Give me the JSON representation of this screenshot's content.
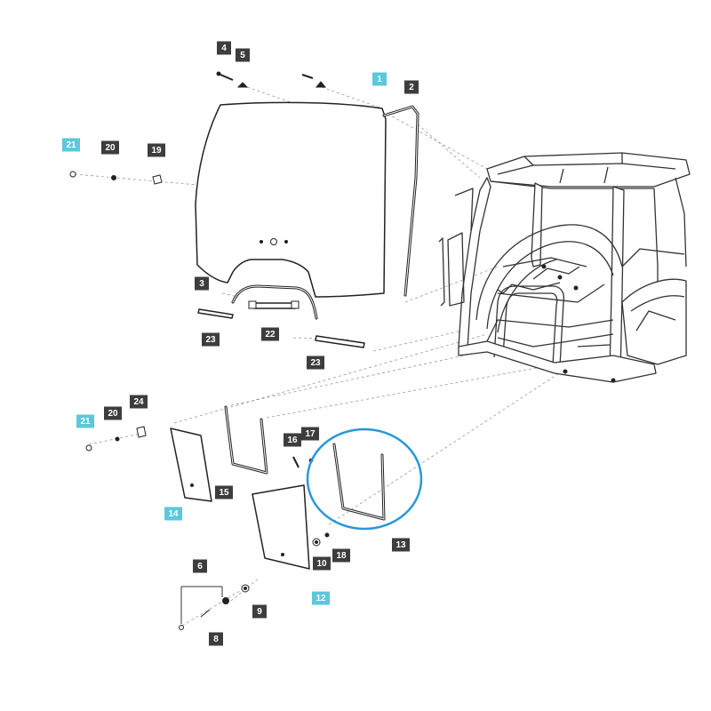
{
  "colors": {
    "label_dark": "#3d3d3d",
    "label_highlight": "#5bc8dc",
    "circle_highlight": "#2a97d6",
    "line_art": "#222222"
  },
  "labels": [
    {
      "id": "l1",
      "text": "1",
      "highlight": true
    },
    {
      "id": "l2",
      "text": "2",
      "highlight": false
    },
    {
      "id": "l3",
      "text": "3",
      "highlight": false
    },
    {
      "id": "l4",
      "text": "4",
      "highlight": false
    },
    {
      "id": "l5",
      "text": "5",
      "highlight": false
    },
    {
      "id": "l6",
      "text": "6",
      "highlight": false
    },
    {
      "id": "l8",
      "text": "8",
      "highlight": false
    },
    {
      "id": "l9",
      "text": "9",
      "highlight": false
    },
    {
      "id": "l10",
      "text": "10",
      "highlight": false
    },
    {
      "id": "l12",
      "text": "12",
      "highlight": true
    },
    {
      "id": "l13",
      "text": "13",
      "highlight": false
    },
    {
      "id": "l14",
      "text": "14",
      "highlight": true
    },
    {
      "id": "l15",
      "text": "15",
      "highlight": false
    },
    {
      "id": "l16",
      "text": "16",
      "highlight": false
    },
    {
      "id": "l17",
      "text": "17",
      "highlight": false
    },
    {
      "id": "l18",
      "text": "18",
      "highlight": false
    },
    {
      "id": "l19",
      "text": "19",
      "highlight": false
    },
    {
      "id": "l20a",
      "text": "20",
      "highlight": false
    },
    {
      "id": "l20b",
      "text": "20",
      "highlight": false
    },
    {
      "id": "l21a",
      "text": "21",
      "highlight": true
    },
    {
      "id": "l21b",
      "text": "21",
      "highlight": true
    },
    {
      "id": "l22",
      "text": "22",
      "highlight": false
    },
    {
      "id": "l23a",
      "text": "23",
      "highlight": false
    },
    {
      "id": "l23b",
      "text": "23",
      "highlight": false
    },
    {
      "id": "l24",
      "text": "24",
      "highlight": false
    }
  ],
  "highlighted_part": "13"
}
